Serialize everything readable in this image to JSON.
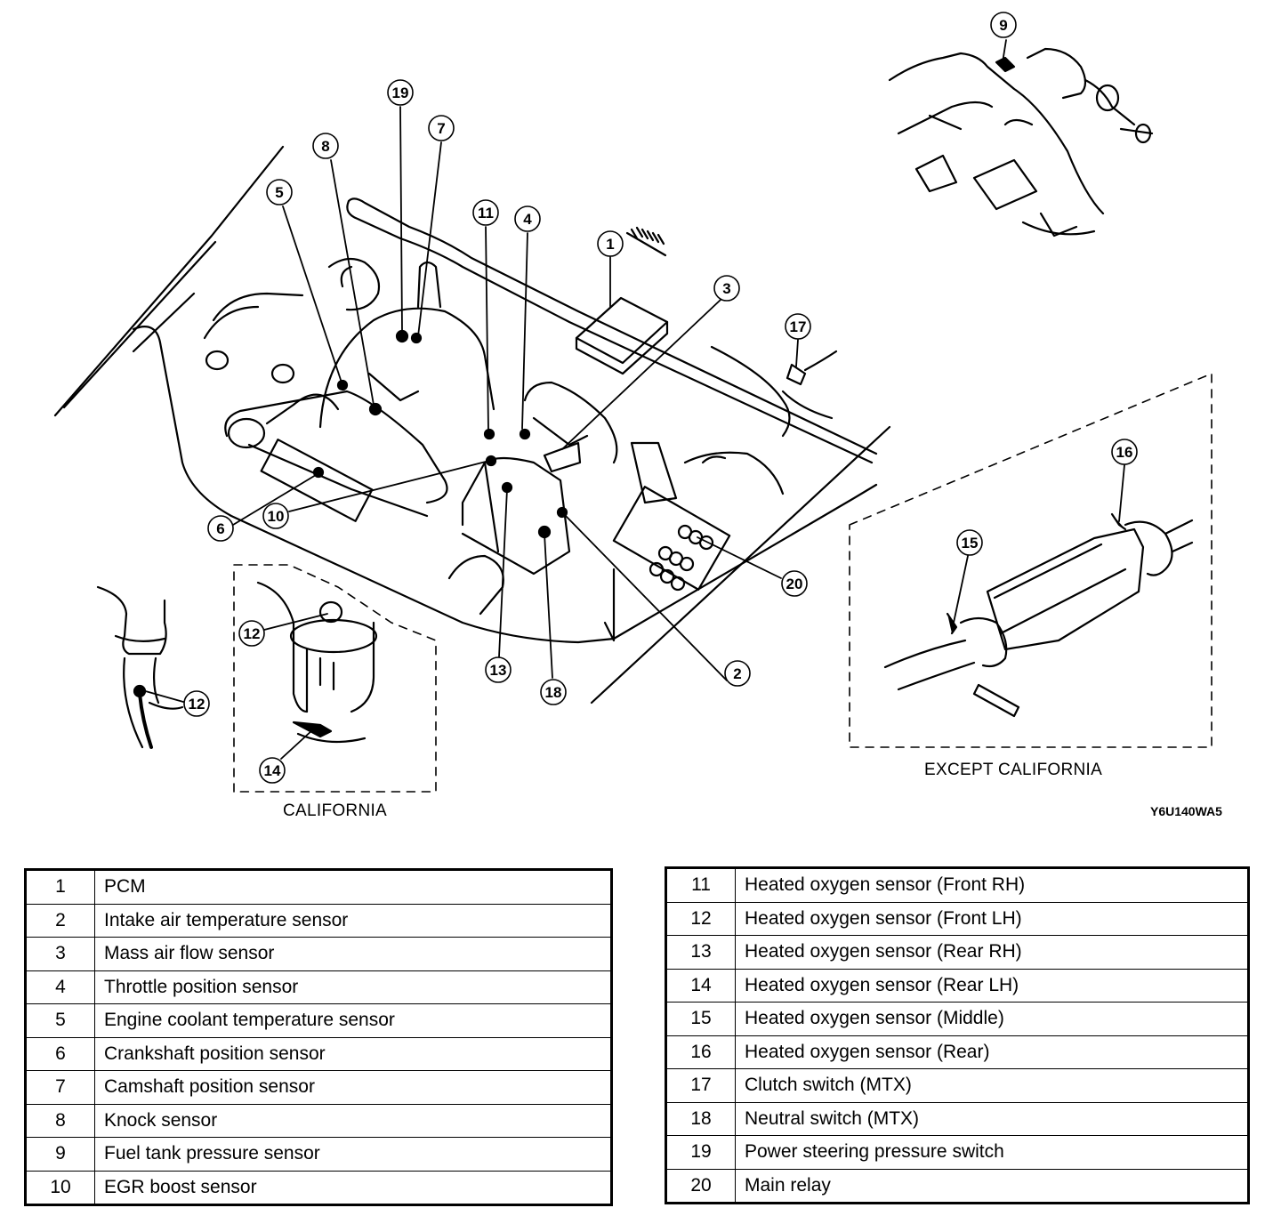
{
  "diagram": {
    "captions": {
      "california": "CALIFORNIA",
      "except_california": "EXCEPT CALIFORNIA",
      "figure_code": "Y6U140WA5"
    },
    "callouts": [
      {
        "id": "1",
        "component": "PCM"
      },
      {
        "id": "2",
        "component": "Intake air temperature sensor"
      },
      {
        "id": "3",
        "component": "Mass air flow sensor"
      },
      {
        "id": "4",
        "component": "Throttle position sensor"
      },
      {
        "id": "5",
        "component": "Engine coolant temperature sensor"
      },
      {
        "id": "6",
        "component": "Crankshaft position sensor"
      },
      {
        "id": "7",
        "component": "Camshaft position sensor"
      },
      {
        "id": "8",
        "component": "Knock sensor"
      },
      {
        "id": "9",
        "component": "Fuel tank pressure sensor"
      },
      {
        "id": "10",
        "component": "EGR boost sensor"
      },
      {
        "id": "11",
        "component": "Heated oxygen sensor (Front RH)"
      },
      {
        "id": "12",
        "component": "Heated oxygen sensor (Front LH)"
      },
      {
        "id": "12",
        "component": "Heated oxygen sensor (Front LH)",
        "inset": "california"
      },
      {
        "id": "13",
        "component": "Heated oxygen sensor (Rear RH)"
      },
      {
        "id": "14",
        "component": "Heated oxygen sensor (Rear LH)",
        "inset": "california"
      },
      {
        "id": "15",
        "component": "Heated oxygen sensor (Middle)",
        "inset": "except_california"
      },
      {
        "id": "16",
        "component": "Heated oxygen sensor (Rear)",
        "inset": "except_california"
      },
      {
        "id": "17",
        "component": "Clutch switch (MTX)"
      },
      {
        "id": "18",
        "component": "Neutral switch (MTX)"
      },
      {
        "id": "19",
        "component": "Power steering pressure switch"
      },
      {
        "id": "20",
        "component": "Main relay"
      }
    ]
  },
  "legend": {
    "left": [
      {
        "num": "1",
        "desc": "PCM"
      },
      {
        "num": "2",
        "desc": "Intake air temperature sensor"
      },
      {
        "num": "3",
        "desc": "Mass air flow sensor"
      },
      {
        "num": "4",
        "desc": "Throttle position sensor"
      },
      {
        "num": "5",
        "desc": "Engine coolant temperature sensor"
      },
      {
        "num": "6",
        "desc": "Crankshaft position sensor"
      },
      {
        "num": "7",
        "desc": "Camshaft position sensor"
      },
      {
        "num": "8",
        "desc": "Knock sensor"
      },
      {
        "num": "9",
        "desc": "Fuel tank pressure sensor"
      },
      {
        "num": "10",
        "desc": "EGR boost sensor"
      }
    ],
    "right": [
      {
        "num": "11",
        "desc": "Heated oxygen sensor (Front RH)"
      },
      {
        "num": "12",
        "desc": "Heated oxygen sensor (Front LH)"
      },
      {
        "num": "13",
        "desc": "Heated oxygen sensor (Rear RH)"
      },
      {
        "num": "14",
        "desc": "Heated oxygen sensor (Rear LH)"
      },
      {
        "num": "15",
        "desc": "Heated oxygen sensor (Middle)"
      },
      {
        "num": "16",
        "desc": "Heated oxygen sensor (Rear)"
      },
      {
        "num": "17",
        "desc": "Clutch switch (MTX)"
      },
      {
        "num": "18",
        "desc": "Neutral switch (MTX)"
      },
      {
        "num": "19",
        "desc": "Power steering pressure switch"
      },
      {
        "num": "20",
        "desc": "Main relay"
      }
    ]
  }
}
